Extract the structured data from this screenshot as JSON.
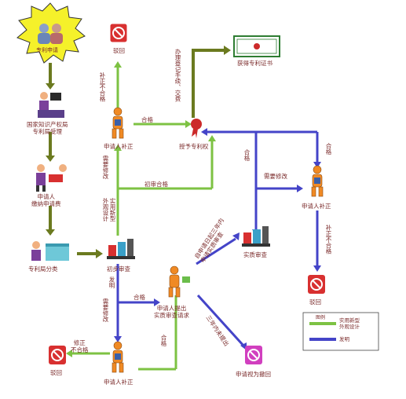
{
  "nodes": {
    "apply": "专利申请",
    "receive": "国家知识产权局\n专利局受理",
    "pay": "申请人\n缴纳申请费",
    "classify": "专利局分类",
    "prelim": "初步审查",
    "supp_top": "申请人补正",
    "reject_top": "驳回",
    "grant": "授予专利权",
    "certificate": "获得专利证书",
    "supp_right": "申请人补正",
    "reject_right": "驳回",
    "substantive_req": "申请人提出\n实质审查请求",
    "substantive": "实质审查",
    "supp_bottom": "申请人补正",
    "reject_bottom": "驳回",
    "withdrawn": "申请视为撤回"
  },
  "edge_labels": {
    "supp_fail_top": "补正不合格",
    "pass_top": "合格",
    "register_fee": "办理登记手续、交费",
    "need_fix_left": "需要修改",
    "design_utility": "实用新型\n外观设计",
    "prelim_pass": "初审合格",
    "invention": "发明",
    "pass_mid": "合格",
    "need_fix_mid": "需要修改",
    "six_months": "自申请日起三年内\n申请实质审查",
    "three_years": "三年内未提出",
    "pass_bottom": "合格",
    "fail_bottom": "修正\n不合格",
    "pass_right": "合格",
    "need_fix_right": "需要修改",
    "supp_fail_right": "补正不合格",
    "pass_right_top": "合格"
  },
  "legend": {
    "title": "图例",
    "green": "实用新型\n外观设计",
    "blue": "发明"
  },
  "colors": {
    "olive": "#6b7a1f",
    "green": "#7dc243",
    "blue": "#4444c8",
    "red": "#cc2a2a",
    "magenta": "#d13fbf"
  }
}
